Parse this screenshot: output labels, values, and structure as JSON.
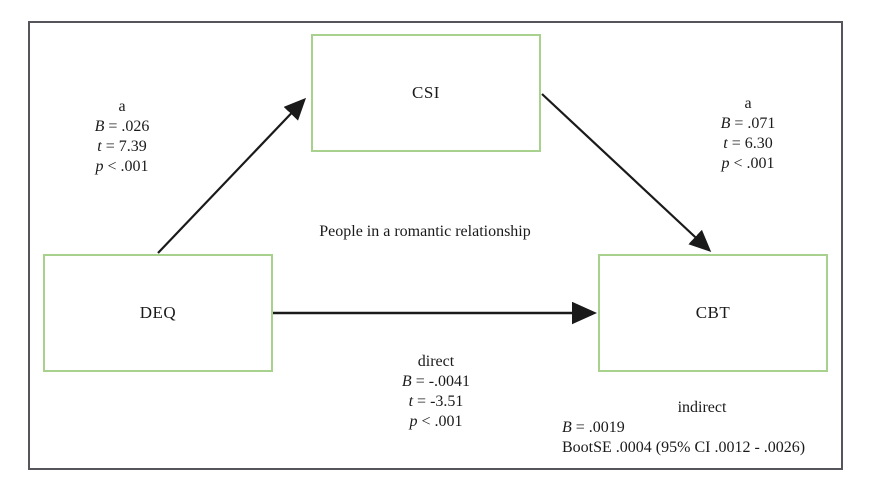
{
  "colors": {
    "box_border_green": "#a9d18e",
    "frame_border_gray": "#55555b",
    "arrow_black": "#1a1a1a",
    "text": "#1a1a1a"
  },
  "diagram": {
    "boxes": {
      "mediator": {
        "label": "CSI"
      },
      "predictor": {
        "label": "DEQ"
      },
      "outcome": {
        "label": "CBT"
      }
    },
    "center_note": "People in a romantic relationship",
    "path_a_left": {
      "header": "a",
      "lines": [
        {
          "sym": "B",
          "rest": " = .026"
        },
        {
          "sym": "t",
          "rest": " = 7.39"
        },
        {
          "sym": "p",
          "rest": " < .001"
        }
      ]
    },
    "path_a_right": {
      "header": "a",
      "lines": [
        {
          "sym": "B",
          "rest": " = .071"
        },
        {
          "sym": "t",
          "rest": " = 6.30"
        },
        {
          "sym": "p",
          "rest": " < .001"
        }
      ]
    },
    "path_direct": {
      "header": "direct",
      "lines": [
        {
          "sym": "B",
          "rest": " = -.0041"
        },
        {
          "sym": "t",
          "rest": " = -3.51"
        },
        {
          "sym": "p",
          "rest": " < .001"
        }
      ]
    },
    "indirect": {
      "header": "indirect",
      "b_line": {
        "sym": "B",
        "rest": " = .0019"
      },
      "bootse_line": "BootSE .0004 (95% CI .0012 - .0026)"
    }
  }
}
